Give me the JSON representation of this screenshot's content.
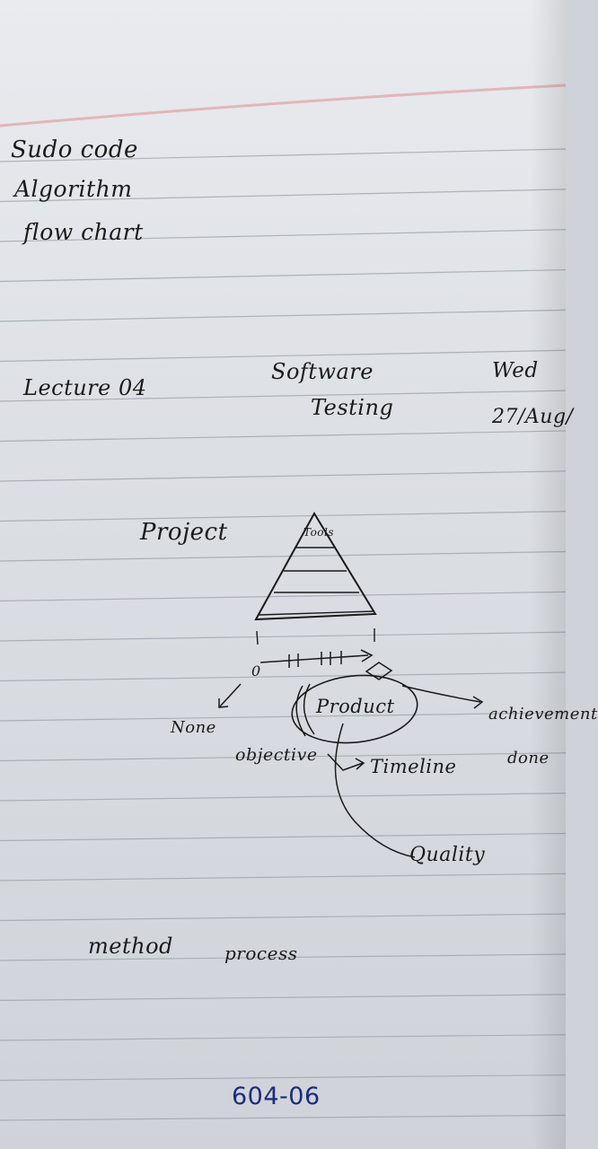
{
  "notes": {
    "topics": [
      "Sudo code",
      "Algorithm",
      "flow chart"
    ],
    "lecture": "Lecture 04",
    "subject_line1": "Software",
    "subject_line2": "Testing",
    "day": "Wed",
    "date": "27/Aug/",
    "pyramid_apex": "Tools",
    "project": "Project",
    "zero_mark": "0",
    "none": "None",
    "product": "Product",
    "achievement": "achievement",
    "done": "done",
    "objective": "objective",
    "timeline": "Timeline",
    "quality": "Quality",
    "method": "method",
    "process": "process",
    "page_number": "604-06"
  },
  "colors": {
    "paper": "#e6e8ec",
    "rule_line": "#9aa0ab",
    "margin_line": "#e3b6b8",
    "ink_pencil": "#1a1a1a",
    "ink_blue": "#1d2b7a"
  }
}
